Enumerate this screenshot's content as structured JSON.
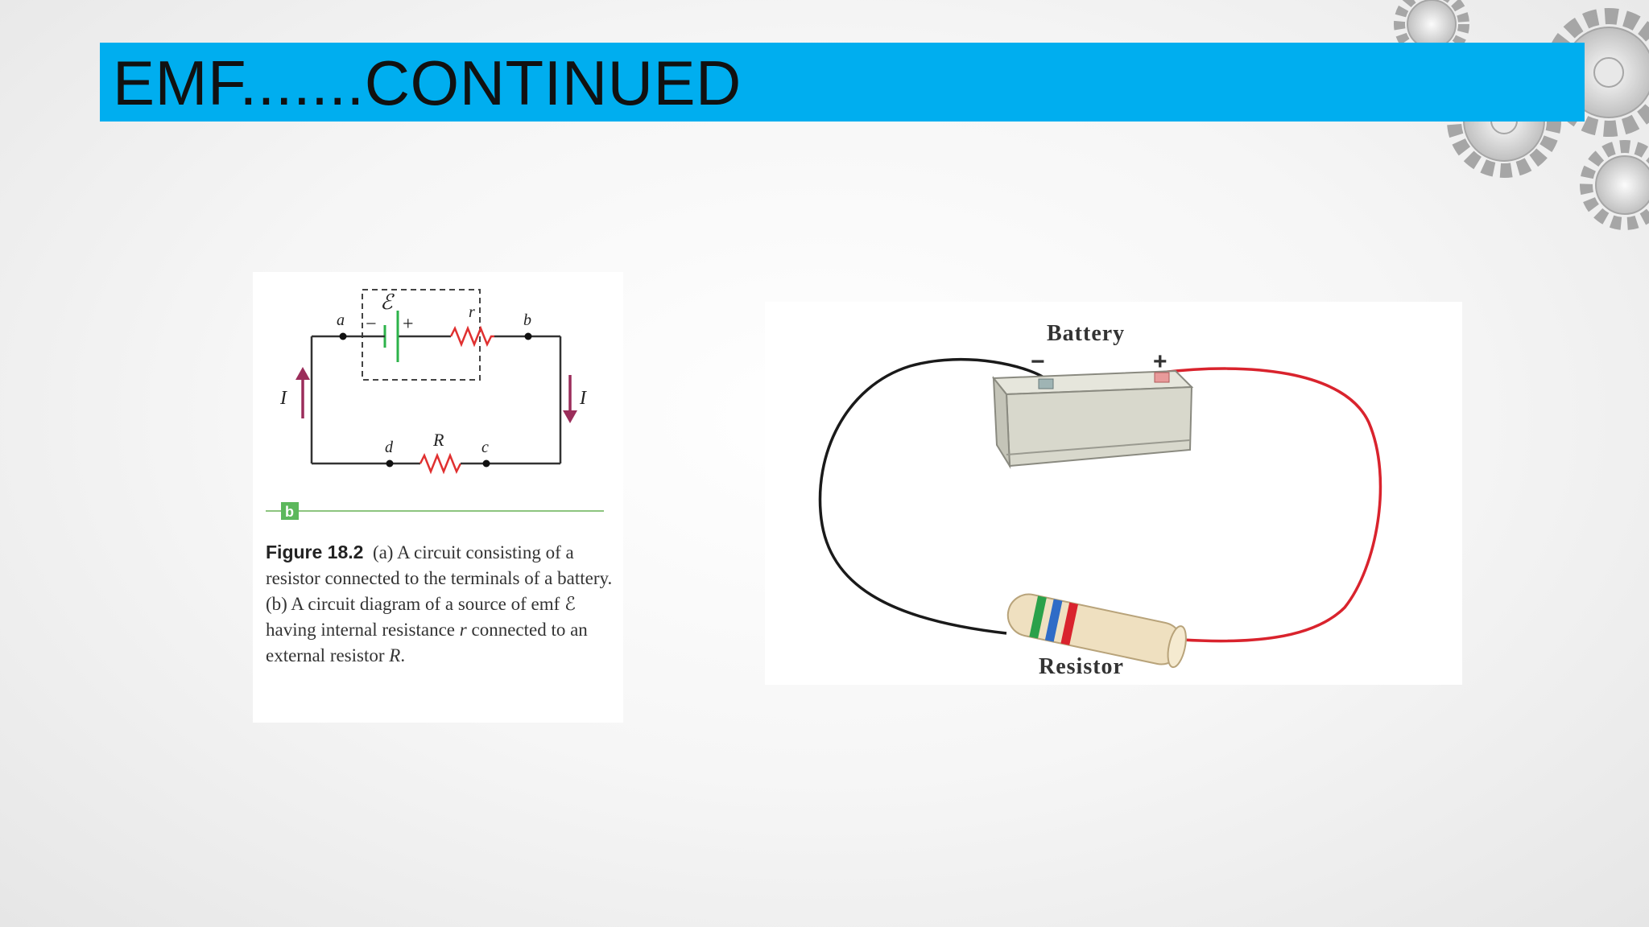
{
  "slide": {
    "title": "EMF.......CONTINUED"
  },
  "circuit_figure": {
    "panel_label": "b",
    "emf_symbol": "ℰ",
    "minus_sign": "−",
    "plus_sign": "+",
    "internal_resistance_label": "r",
    "external_resistance_label": "R",
    "node_labels": {
      "a": "a",
      "b": "b",
      "c": "c",
      "d": "d"
    },
    "current_label": "I",
    "colors": {
      "wire": "#333333",
      "resistor": "#e03030",
      "battery": "#2cb34a",
      "arrow": "#9b2d5a",
      "panel_tag": "#5cb85c"
    }
  },
  "caption": {
    "figure_number": "Figure 18.2",
    "text_1": "(a) A circuit consisting of a resistor connected to the terminals of a battery. (b) A circuit diagram of a source of emf ",
    "emf_symbol": "ℰ",
    "text_2": " having internal resistance ",
    "r": "r",
    "text_3": " connected to an external resistor ",
    "R": "R",
    "text_4": "."
  },
  "photo": {
    "battery_label": "Battery",
    "minus_sign": "−",
    "plus_sign": "+",
    "resistor_label": "Resistor",
    "colors": {
      "negative_wire": "#1a1a1a",
      "positive_wire": "#d9232d",
      "band_1": "#2aa14a",
      "band_2": "#2f6cc7",
      "band_3": "#d9232d"
    }
  },
  "colors": {
    "title_bar": "#00aeef",
    "title_text": "#111111"
  }
}
